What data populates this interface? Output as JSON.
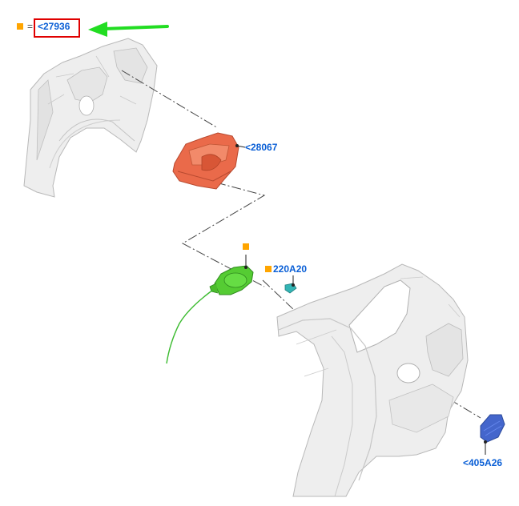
{
  "legend": {
    "equals": "=",
    "ref_label": "<27936"
  },
  "callouts": {
    "bracket": "<28067",
    "clip": "220A20",
    "cap": "<405A26"
  },
  "colors": {
    "callout_text": "#0a5fd6",
    "marker": "#ffa500",
    "highlight_box": "#e00000",
    "arrow": "#22dd22",
    "bracket_part": "#ea6a4a",
    "fuel_door": "#55cc33",
    "fuel_cap": "#4466cc",
    "panel_fill": "#eeeeee",
    "panel_stroke": "#b8b8b8",
    "clip_part": "#33b5b5"
  },
  "icons": {
    "legend_marker": "orange-square-icon",
    "arrow": "green-arrow-icon"
  }
}
